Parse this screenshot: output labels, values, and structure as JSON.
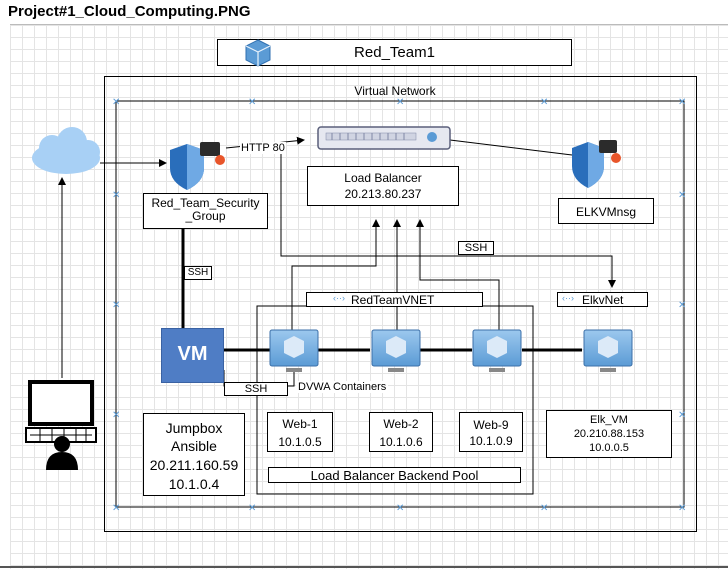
{
  "document": {
    "title": "Project#1_Cloud_Computing.PNG"
  },
  "header": {
    "title": "Red_Team1"
  },
  "vnet": {
    "title": "Virtual Network"
  },
  "nodes": {
    "nsg": {
      "label": "Red_Team_Security\n_Group"
    },
    "lb": {
      "label": "Load Balancer",
      "ip": "20.213.80.237"
    },
    "elknsg": {
      "label": "ELKVMnsg"
    },
    "redteam_vnet": {
      "label": "RedTeamVNET"
    },
    "elk_net": {
      "label": "ElkvNet"
    },
    "jumpbox_vm": {
      "label": "VM"
    },
    "dvwa": {
      "label": "DVWA Containers"
    },
    "backend_pool": {
      "label": "Load Balancer Backend Pool"
    },
    "jumpbox": {
      "name": "Jumpbox",
      "role": "Ansible",
      "public_ip": "20.211.160.59",
      "private_ip": "10.1.0.4"
    },
    "web1": {
      "name": "Web-1",
      "ip": "10.1.0.5"
    },
    "web2": {
      "name": "Web-2",
      "ip": "10.1.0.6"
    },
    "web9": {
      "name": "Web-9",
      "ip": "10.1.0.9"
    },
    "elk": {
      "name": "Elk_VM",
      "public_ip": "20.210.88.153",
      "private_ip": "10.0.0.5"
    }
  },
  "edges": {
    "http": "HTTP 80",
    "ssh_nsg": "SSH",
    "ssh_elk": "SSH",
    "ssh_jump": "SSH"
  },
  "colors": {
    "azure_blue": "#5b9bd5",
    "vm_blue": "#4f7dc5",
    "shield_blue": "#2a6ebb",
    "cloud_blue": "#a8d0f5"
  }
}
